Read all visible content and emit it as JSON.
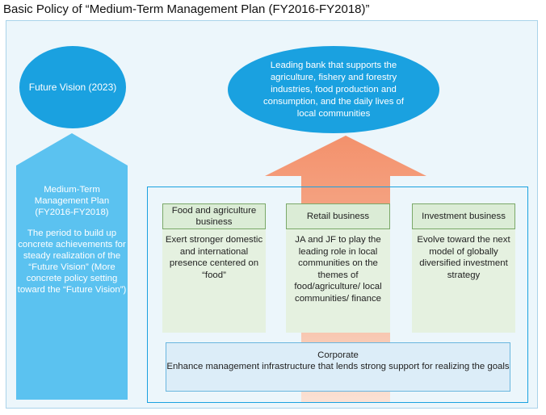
{
  "title": "Basic Policy of “Medium-Term Management Plan (FY2016-FY2018)”",
  "future_vision": "Future Vision (2023)",
  "medium_term_plan": {
    "heading": "Medium-Term Management Plan (FY2016-FY2018)",
    "description": "The period to build up concrete achievements for steady realization of the “Future Vision” (More concrete policy setting toward the “Future Vision”)"
  },
  "goal": "Leading bank that supports the agriculture, fishery and forestry industries, food production and consumption, and the daily lives of local communities",
  "businesses": [
    {
      "name": "Food and agriculture business",
      "text": "Exert stronger domestic and international presence centered on “food”"
    },
    {
      "name": "Retail business",
      "text": "JA and JF to play the leading role in local communities on the themes of food/agriculture/ local communities/ finance"
    },
    {
      "name": "Investment business",
      "text": "Evolve toward the next model of globally diversified investment strategy"
    }
  ],
  "corporate": {
    "heading": "Corporate",
    "text": "Enhance management infrastructure that lends strong support for realizing the goals"
  },
  "colors": {
    "primary_blue": "#1aa1e0",
    "light_blue_arrow": "#5bc2f0",
    "orange_arrow": "#f39a78",
    "green_header": "#dbecd6",
    "corporate_fill": "#dcedf8"
  }
}
